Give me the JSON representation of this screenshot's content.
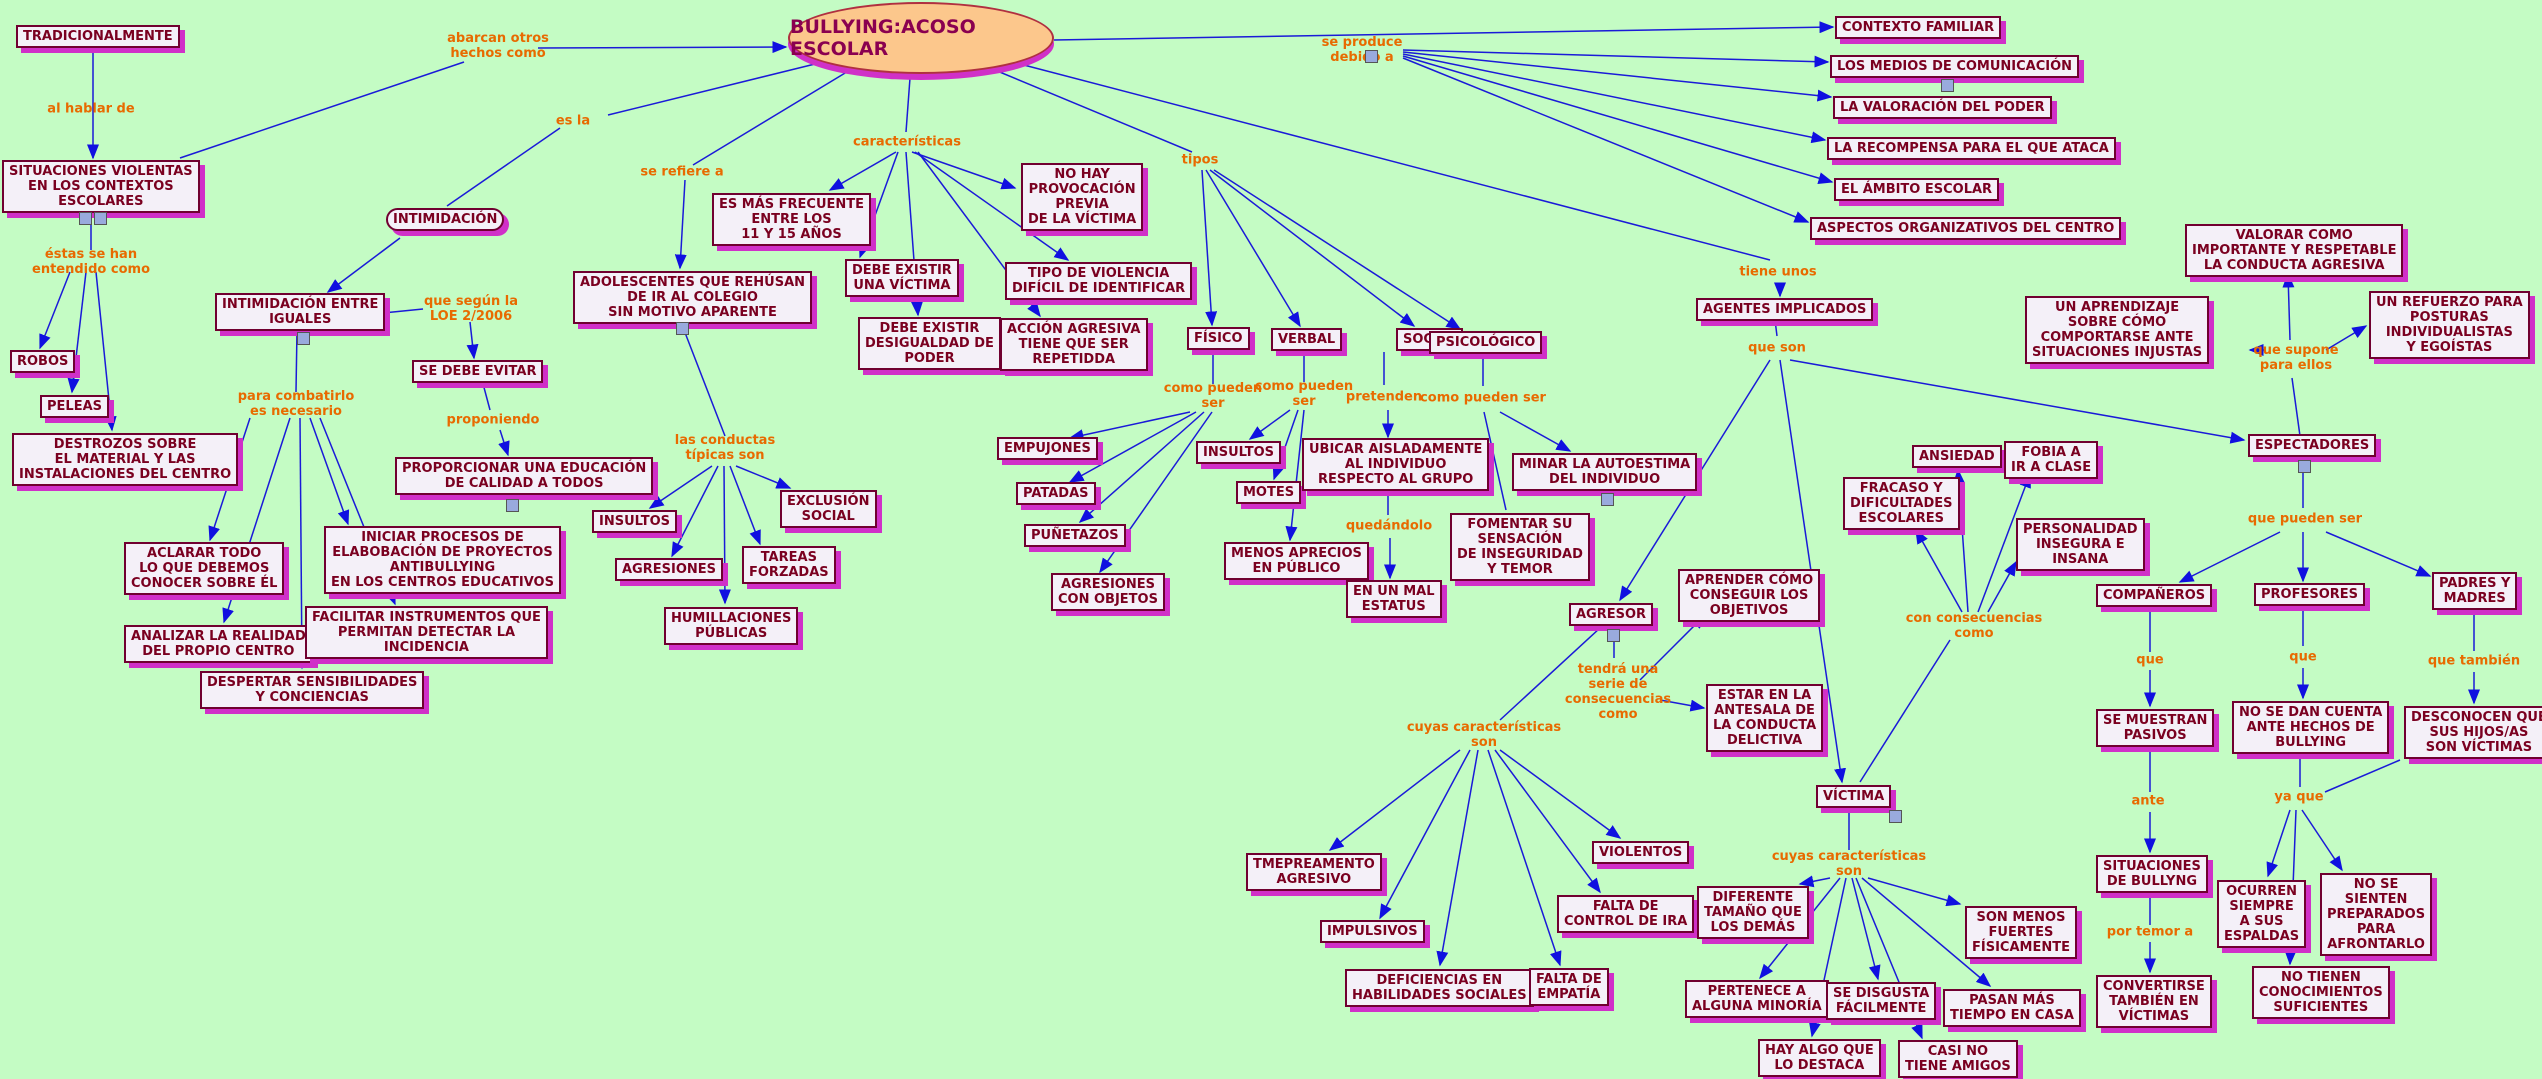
{
  "root": "BULLYING:ACOSO ESCOLAR",
  "nodes": {
    "tradicionalmente": "TRADICIONALMENTE",
    "situaciones": "SITUACIONES VIOLENTAS\nEN LOS CONTEXTOS\nESCOLARES",
    "robos": "ROBOS",
    "peleas": "PELEAS",
    "destrozos": "DESTROZOS SOBRE\nEL MATERIAL Y LAS\nINSTALACIONES DEL CENTRO",
    "intimidacion": "INTIMIDACIÓN",
    "intimidacion_iguales": "INTIMIDACIÓN ENTRE\nIGUALES",
    "se_debe_evitar": "SE DEBE EVITAR",
    "proporcionar": "PROPORCIONAR UNA EDUCACIÓN\nDE CALIDAD A TODOS",
    "aclarar": "ACLARAR TODO\nLO QUE DEBEMOS\nCONOCER SOBRE ÉL",
    "analizar": "ANALIZAR LA REALIDAD\nDEL PROPIO CENTRO",
    "despertar": "DESPERTAR SENSIBILIDADES\nY CONCIENCIAS",
    "iniciar": "INICIAR PROCESOS DE\nELABOBACIÓN DE PROYECTOS\nANTIBULLYING\nEN LOS CENTROS EDUCATIVOS",
    "facilitar": "FACILITAR INSTRUMENTOS QUE\nPERMITAN DETECTAR LA\nINCIDENCIA",
    "adolescentes": "ADOLESCENTES QUE REHÚSAN\nDE IR AL COLEGIO\nSIN MOTIVO APARENTE",
    "insultos1": "INSULTOS",
    "agresiones": "AGRESIONES",
    "humillaciones": "HUMILLACIONES\nPÚBLICAS",
    "tareas": "TAREAS\nFORZADAS",
    "exclusion": "EXCLUSIÓN\nSOCIAL",
    "frecuente": "ES MÁS FRECUENTE\nENTRE LOS\n11 Y 15 AÑOS",
    "victima_existir": "DEBE EXISTIR\nUNA VÍCTIMA",
    "desigualdad": "DEBE EXISTIR\nDESIGUALDAD DE\nPODER",
    "no_provocacion": "NO HAY\nPROVOCACIÓN\nPREVIA\nDE LA VÍCTIMA",
    "tipo_violencia": "TIPO DE VIOLENCIA\nDIFÍCIL DE IDENTIFICAR",
    "accion_agresiva": "ACCIÓN AGRESIVA\nTIENE QUE SER\nREPETIDDA",
    "fisico": "FÍSICO",
    "verbal": "VERBAL",
    "social": "SOCIAL",
    "psicologico": "PSICOLÓGICO",
    "empujones": "EMPUJONES",
    "patadas": "PATADAS",
    "punetazos": "PUÑETAZOS",
    "agresiones_objetos": "AGRESIONES\nCON OBJETOS",
    "insultos2": "INSULTOS",
    "motes": "MOTES",
    "menos_aprecios": "MENOS APRECIOS\nEN PÚBLICO",
    "ubicar": "UBICAR AISLADAMENTE\nAL INDIVIDUO\nRESPECTO AL GRUPO",
    "mal_estatus": "EN UN MAL\nESTATUS",
    "minar": "MINAR LA AUTOESTIMA\nDEL INDIVIDUO",
    "fomentar": "FOMENTAR SU\nSENSACIÓN\nDE INSEGURIDAD\nY TEMOR",
    "contexto": "CONTEXTO FAMILIAR",
    "medios": "LOS MEDIOS DE COMUNICACIÓN",
    "valoracion": "LA VALORACIÓN DEL PODER",
    "recompensa": "LA RECOMPENSA PARA EL QUE ATACA",
    "ambito": "EL ÁMBITO ESCOLAR",
    "aspectos": "ASPECTOS ORGANIZATIVOS DEL CENTRO",
    "agentes": "AGENTES IMPLICADOS",
    "agresor": "AGRESOR",
    "victima": "VÍCTIMA",
    "espectadores": "ESPECTADORES",
    "aprender": "APRENDER CÓMO\nCONSEGUIR LOS\nOBJETIVOS",
    "antesala": "ESTAR EN LA\nANTESALA DE\nLA CONDUCTA\nDELICTIVA",
    "tmepreamento": "TMEPREAMENTO\nAGRESIVO",
    "impulsivos": "IMPULSIVOS",
    "deficiencias": "DEFICIENCIAS EN\nHABILIDADES SOCIALES",
    "empatia": "FALTA DE\nEMPATÍA",
    "ira": "FALTA DE\nCONTROL DE IRA",
    "violentos": "VIOLENTOS",
    "diferente": "DIFERENTE\nTAMAÑO QUE\nLOS DEMÁS",
    "minoria": "PERTENECE A\nALGUNA MINORÍA",
    "hay_algo": "HAY ALGO QUE\nLO DESTACA",
    "disgusta": "SE DISGUSTA\nFÁCILMENTE",
    "casi_amigos": "CASI NO\nTIENE AMIGOS",
    "mas_tiempo": "PASAN MÁS\nTIEMPO EN CASA",
    "menos_fuertes": "SON MENOS\nFUERTES\nFÍSICAMENTE",
    "ansiedad": "ANSIEDAD",
    "fobia": "FOBIA A\nIR A CLASE",
    "fracaso": "FRACASO Y\nDIFICULTADES\nESCOLARES",
    "personalidad": "PERSONALIDAD\nINSEGURA E\nINSANA",
    "valorar": "VALORAR COMO\nIMPORTANTE Y RESPETABLE\nLA CONDUCTA AGRESIVA",
    "aprendizaje": "UN APRENDIZAJE\nSOBRE CÓMO\nCOMPORTARSE ANTE\nSITUACIONES INJUSTAS",
    "refuerzo": "UN REFUERZO PARA\nPOSTURAS\nINDIVIDUALISTAS\nY EGOÍSTAS",
    "companeros": "COMPAÑEROS",
    "profesores": "PROFESORES",
    "padres": "PADRES Y\nMADRES",
    "pasivos": "SE MUESTRAN\nPASIVOS",
    "situaciones_bullying": "SITUACIONES\nDE BULLYNG",
    "convertirse": "CONVERTIRSE\nTAMBIÉN EN\nVÍCTIMAS",
    "no_dan_cuenta": "NO SE DAN CUENTA\nANTE HECHOS DE\nBULLYING",
    "desconocen": "DESCONOCEN QUE\nSUS HIJOS/AS\nSON VÍCTIMAS",
    "ocurren": "OCURREN\nSIEMPRE\nA SUS\nESPALDAS",
    "no_preparados": "NO SE\nSIENTEN\nPREPARADOS\nPARA\nAFRONTARLO",
    "no_conocimientos": "NO TIENEN\nCONOCIMIENTOS\nSUFICIENTES"
  },
  "labels": {
    "abarcan": "abarcan otros\nhechos como",
    "al_hablar": "al hablar de",
    "estas_se_han": "éstas se han\nentendido como",
    "es_la": "es la",
    "para_combatirlo": "para combatirlo\nes necesario",
    "que_segun": "que según la\nLOE 2/2006",
    "proponiendo": "proponiendo",
    "se_refiere": "se refiere a",
    "conductas": "las conductas\ntípicas son",
    "caracteristicas": "características",
    "tipos": "tipos",
    "como_fisico": "como pueden\nser",
    "como_verbal": "como pueden\nser",
    "pretenden": "pretenden",
    "quedandolo": "quedándolo",
    "como_psico": "como pueden ser",
    "se_produce": "se produce\ndebido a",
    "tiene_unos": "tiene unos",
    "que_son": "que son",
    "tendra": "tendrá una\nserie de\nconsecuencias\ncomo",
    "cuyas_agresor": "cuyas características\nson",
    "cuyas_victima": "cuyas características\nson",
    "con_consecuencias": "con consecuencias\ncomo",
    "que_supone": "que supone\npara ellos",
    "que_pueden_ser": "que pueden ser",
    "que1": "que",
    "que2": "que",
    "que_tambien": "que también",
    "ante": "ante",
    "por_temor": "por temor a",
    "ya_que": "ya que"
  }
}
